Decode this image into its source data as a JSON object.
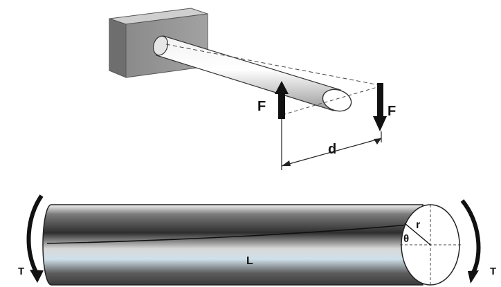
{
  "top_figure": {
    "force_label_left": "F",
    "force_label_right": "F",
    "distance_label": "d"
  },
  "bottom_figure": {
    "length_label": "L",
    "radius_label": "r",
    "angle_label": "θ",
    "torque_label_left": "T",
    "torque_label_right": "T"
  },
  "colors": {
    "wall": "#8f8f8f",
    "arrow": "#111111",
    "outline": "#222222"
  }
}
